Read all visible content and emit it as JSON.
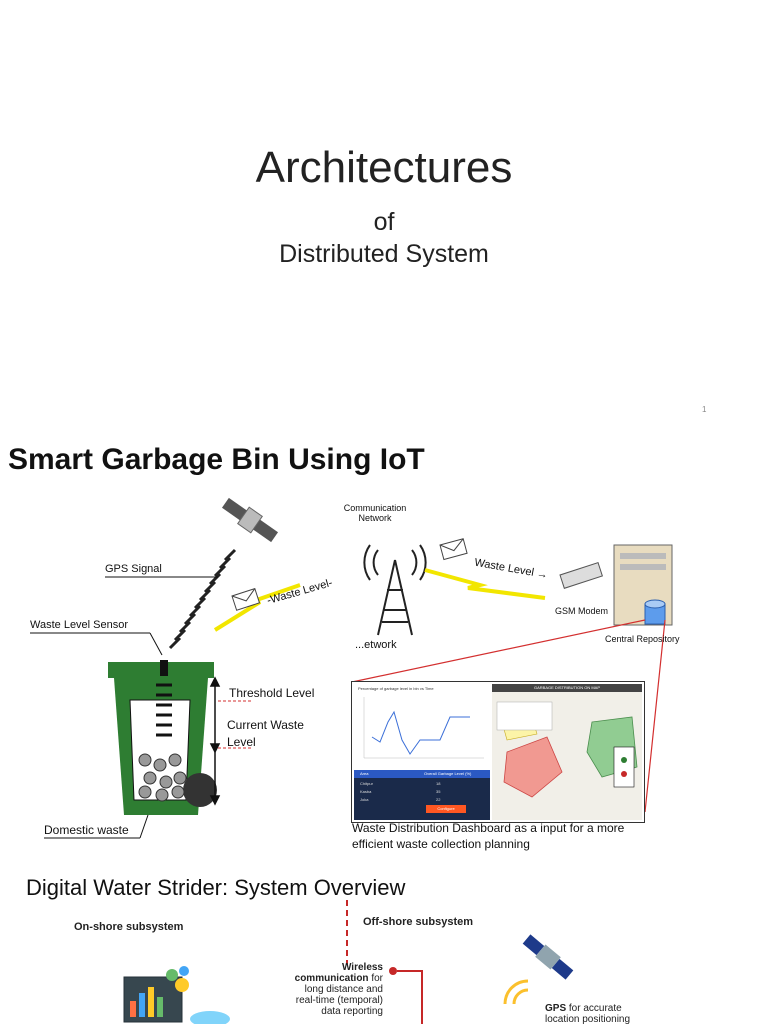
{
  "slide1": {
    "title": "Architectures",
    "of": "of",
    "subtitle": "Distributed System",
    "page_number": "1"
  },
  "slide2": {
    "title": "Smart Garbage Bin Using IoT",
    "labels": {
      "gps_signal": "GPS Signal",
      "waste_level_sensor": "Waste Level Sensor",
      "communication_network": "Communication Network",
      "waste_level_left": "-Waste Level-",
      "waste_level_right": "Waste Level →",
      "gsm_modem": "GSM Modem",
      "central_repository": "Central Repository",
      "network_partial": "...etwork",
      "threshold_level": "Threshold Level",
      "current_waste_level": "Current Waste Level",
      "domestic_waste": "Domestic waste"
    },
    "dashboard": {
      "map_title": "GARBAGE DISTRIBUTION ON MAP",
      "chart_title": "Percentage of garbage level in bin vs Time",
      "table_header": [
        "Area",
        "Overall Garbage Level (%)"
      ],
      "table_rows": [
        [
          "Chitpur",
          "18"
        ],
        [
          "Kasba",
          "35"
        ],
        [
          "Joka",
          "22"
        ]
      ],
      "configure": "Configure"
    },
    "caption": "Waste Distribution Dashboard as a input for a more efficient waste collection planning"
  },
  "slide3": {
    "title": "Digital Water Strider: System Overview",
    "onshore": "On-shore subsystem",
    "offshore": "Off-shore subsystem",
    "wireless_bold": "Wireless communication",
    "wireless_rest": " for long distance and real-time (temporal) data reporting",
    "gps_bold": "GPS",
    "gps_rest": " for accurate location positioning"
  },
  "colors": {
    "bin_green": "#2e7d32",
    "link_red": "#d32f2f",
    "lightning_yellow": "#f2e600",
    "dash_blue": "#1f3a8a",
    "configure_orange": "#ff5722"
  }
}
